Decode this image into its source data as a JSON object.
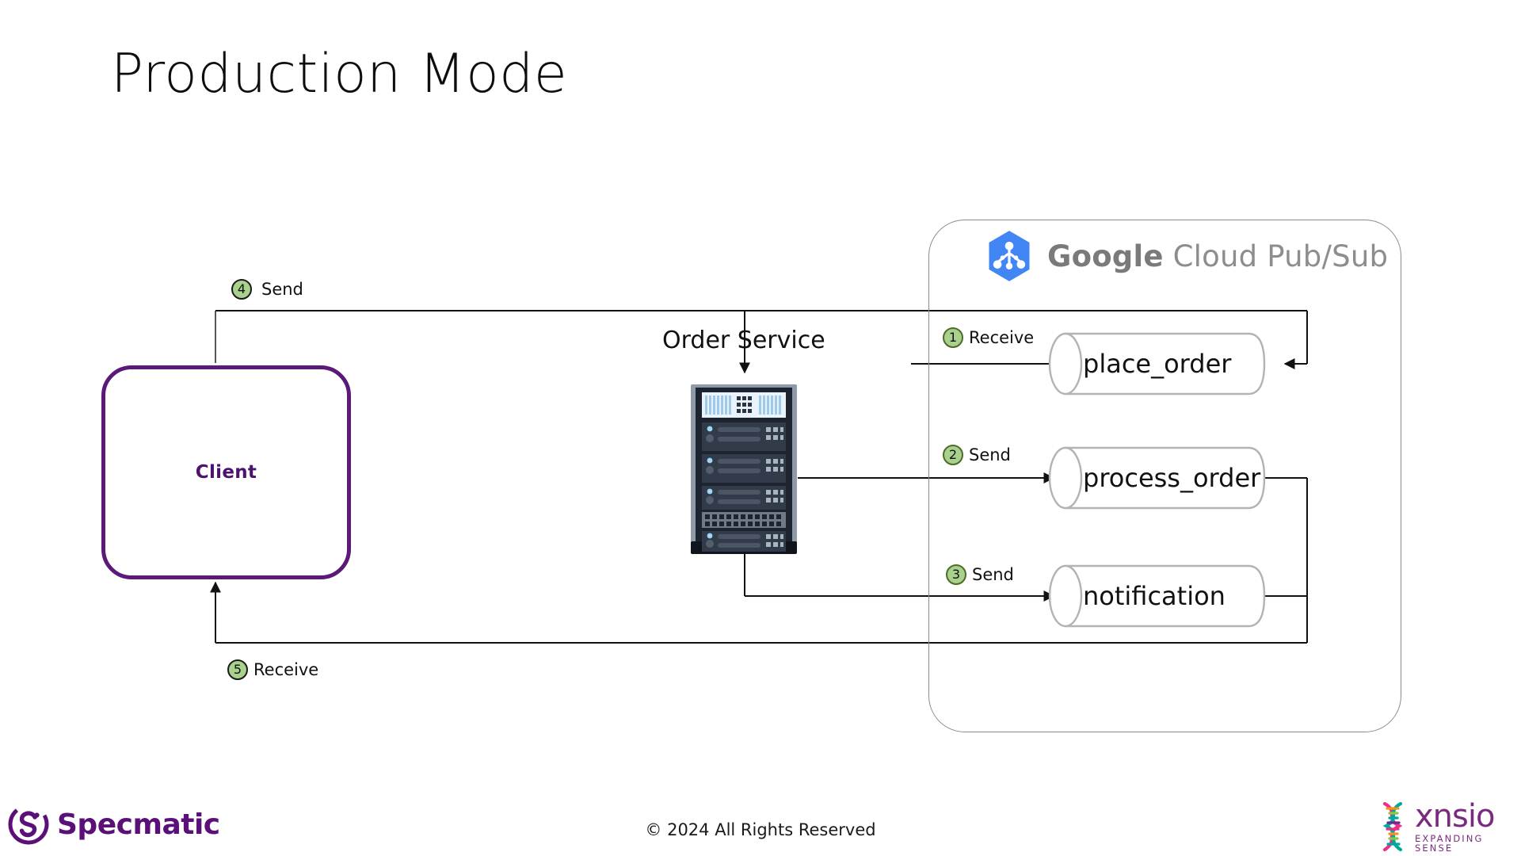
{
  "slide": {
    "title": "Production Mode",
    "background": "#ffffff"
  },
  "client": {
    "label": "Client",
    "border_color": "#5b1a7a",
    "text_color": "#4b1270"
  },
  "service": {
    "label": "Order Service",
    "icon": "server-rack-icon"
  },
  "pubsub": {
    "logo_brand": "Google",
    "logo_product": " Cloud Pub/Sub",
    "icon": "google-cloud-pubsub-hexagon-icon",
    "icon_color": "#4285f4",
    "wordmark_color": "#8d8d8d",
    "border_color": "#8a8a8a",
    "topics": [
      {
        "name": "place_order"
      },
      {
        "name": "process_order"
      },
      {
        "name": "notification"
      }
    ]
  },
  "steps": [
    {
      "number": "1",
      "label": "Receive"
    },
    {
      "number": "2",
      "label": "Send"
    },
    {
      "number": "3",
      "label": "Send"
    },
    {
      "number": "4",
      "label": "Send"
    },
    {
      "number": "5",
      "label": "Receive"
    }
  ],
  "step_marker": {
    "fill": "#a9d18e",
    "stroke": "#2e2e2e"
  },
  "footer": {
    "copyright": "© 2024 All Rights Reserved",
    "specmatic": {
      "name": "Specmatic",
      "icon": "specmatic-s-logo-icon",
      "color": "#5b1079"
    },
    "xnsio": {
      "name": "xnsio",
      "tagline": "EXPANDING SENSE",
      "icon": "xnsio-helix-logo-icon",
      "color": "#7a2b7e"
    }
  }
}
